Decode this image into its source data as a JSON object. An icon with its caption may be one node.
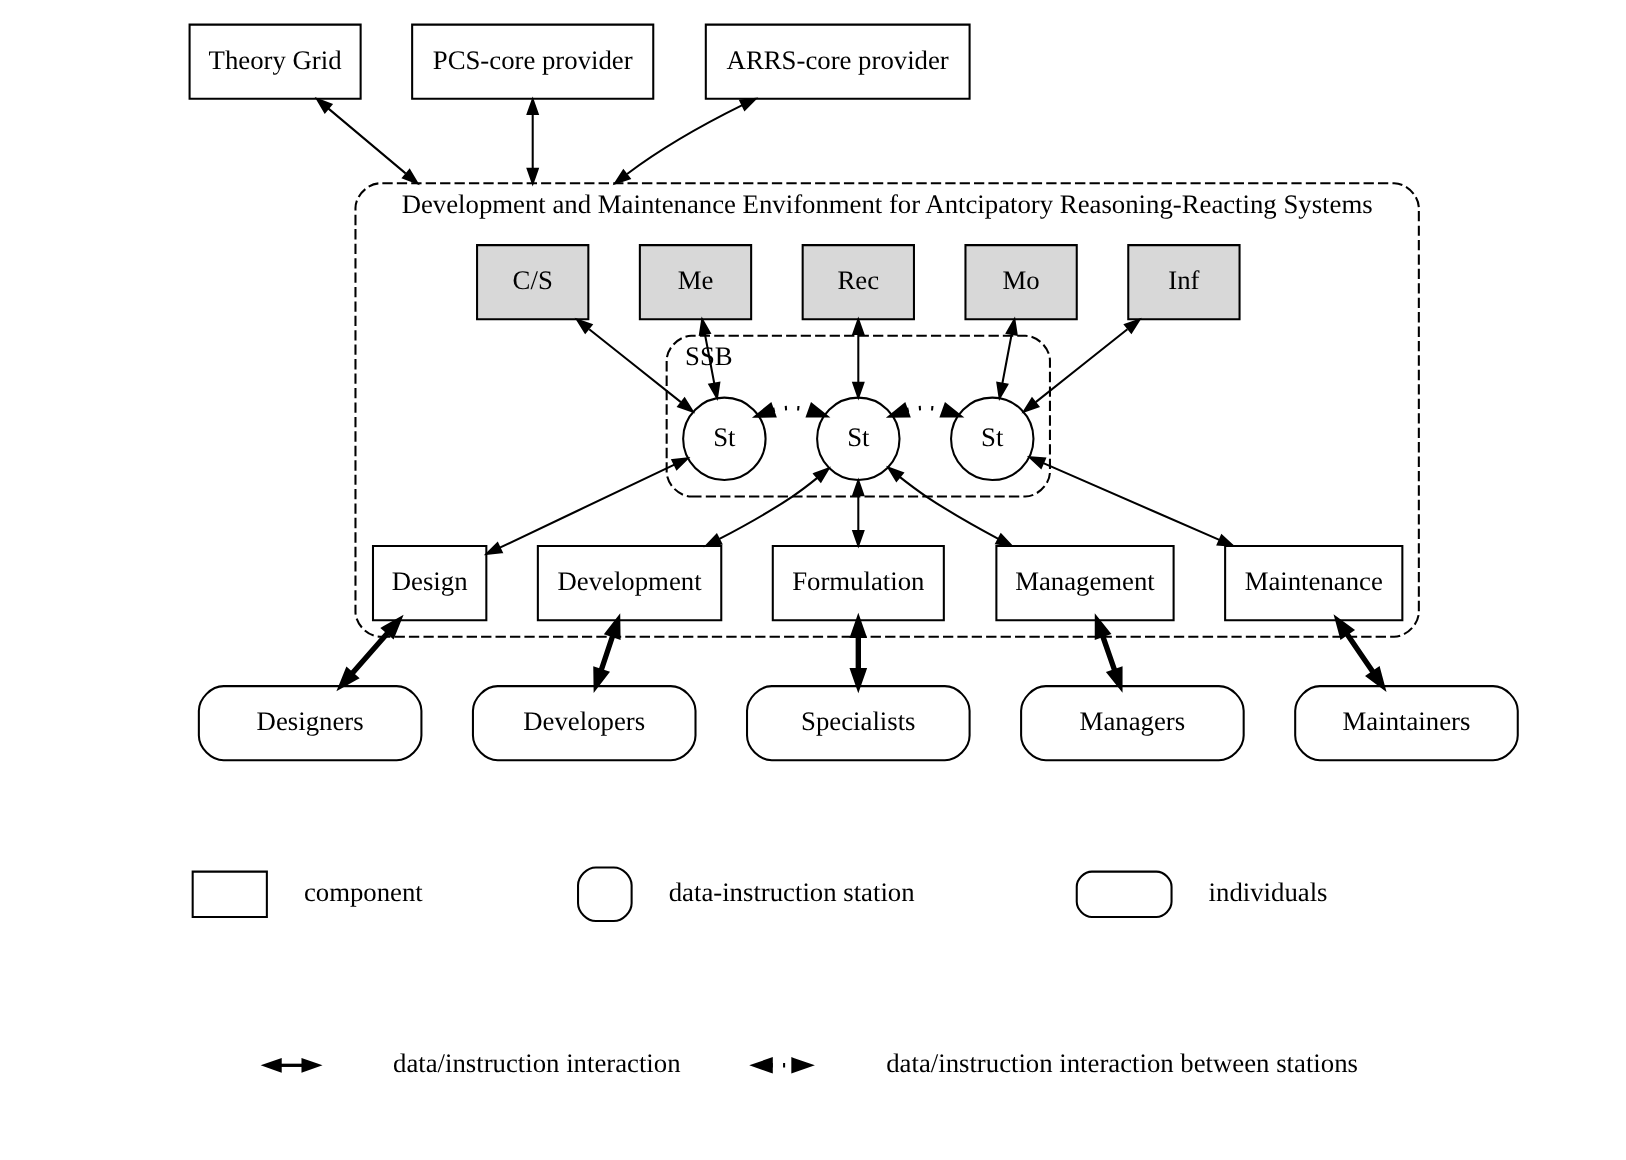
{
  "diagram": {
    "nodes": [
      {
        "text": [
          "Theory Grid"
        ]
      },
      {
        "text": [
          "PCS-core provider"
        ]
      },
      {
        "text": [
          "ARRS-core provider"
        ]
      },
      {
        "text": [
          "Development and Maintenance Envifonment for Antcipatory Reasoning-Reacting Systems"
        ]
      },
      {
        "text": [
          "C/S"
        ],
        "in": 3
      },
      {
        "text": [
          "Me"
        ],
        "in": 3
      },
      {
        "text": [
          "Rec"
        ],
        "in": 3
      },
      {
        "text": [
          "Mo"
        ],
        "in": 3
      },
      {
        "text": [
          "Inf"
        ],
        "in": 3
      },
      {
        "text": [
          "SSB"
        ],
        "in": 3
      },
      {
        "text": [
          "St"
        ],
        "in": 9
      },
      {
        "text": [
          "St"
        ],
        "in": 9
      },
      {
        "text": [
          "St"
        ],
        "in": 9
      },
      {
        "text": [
          "Design"
        ],
        "in": 3
      },
      {
        "text": [
          "Development"
        ],
        "in": 3
      },
      {
        "text": [
          "Formulation"
        ],
        "in": 3
      },
      {
        "text": [
          "Management"
        ],
        "in": 3
      },
      {
        "text": [
          "Maintenance"
        ],
        "in": 3
      },
      {
        "text": [
          "Designers"
        ]
      },
      {
        "text": [
          "Developers"
        ]
      },
      {
        "text": [
          "Specialists"
        ]
      },
      {
        "text": [
          "Managers"
        ]
      },
      {
        "text": [
          "Maintainers"
        ]
      }
    ],
    "edges": [
      {
        "from": 0,
        "to": 3,
        "arrow": "both"
      },
      {
        "from": 1,
        "to": 3,
        "arrow": "both"
      },
      {
        "from": 2,
        "to": 3,
        "arrow": "both"
      },
      {
        "from": 4,
        "to": 10,
        "arrow": "both"
      },
      {
        "from": 5,
        "to": 10,
        "arrow": "both"
      },
      {
        "from": 6,
        "to": 11,
        "arrow": "both"
      },
      {
        "from": 7,
        "to": 12,
        "arrow": "both"
      },
      {
        "from": 8,
        "to": 12,
        "arrow": "both"
      },
      {
        "from": 10,
        "to": 11,
        "arrow": "both",
        "style": "dashed"
      },
      {
        "from": 11,
        "to": 12,
        "arrow": "both",
        "style": "dashed"
      },
      {
        "from": 10,
        "to": 13,
        "arrow": "both"
      },
      {
        "from": 14,
        "to": 11,
        "arrow": "both"
      },
      {
        "from": 15,
        "to": 11,
        "arrow": "both"
      },
      {
        "from": 16,
        "to": 11,
        "arrow": "both"
      },
      {
        "from": 12,
        "to": 17,
        "arrow": "both"
      },
      {
        "from": 13,
        "to": 18,
        "arrow": "both",
        "style": "thick"
      },
      {
        "from": 14,
        "to": 19,
        "arrow": "both",
        "style": "thick"
      },
      {
        "from": 15,
        "to": 20,
        "arrow": "both",
        "style": "thick"
      },
      {
        "from": 16,
        "to": 21,
        "arrow": "both",
        "style": "thick"
      },
      {
        "from": 17,
        "to": 22,
        "arrow": "both",
        "style": "thick"
      }
    ],
    "legend": [
      {
        "text": "component"
      },
      {
        "text": "data-instruction station"
      },
      {
        "text": "individuals"
      },
      {
        "text": "data/instruction interaction"
      },
      {
        "text": "data/instruction interaction between stations"
      }
    ]
  }
}
